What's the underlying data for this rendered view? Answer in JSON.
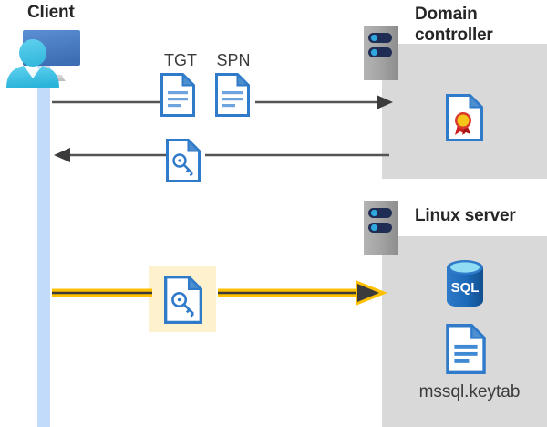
{
  "diagram": {
    "type": "kerberos-authentication-sequence",
    "background": "#ffffff",
    "panel_color": "#d9d9d9",
    "highlight_color": "#fdf2cd",
    "accent_yellow": "#ffc000",
    "accent_blue": "#2f7ac9",
    "line_color": "#404040"
  },
  "actors": {
    "client": {
      "title": "Client",
      "icon": "client-workstation-icon",
      "lifeline_color": "#c3dbfa"
    },
    "domain_controller": {
      "title": "Domain controller",
      "title_line1": "Domain",
      "title_line2": "controller",
      "icon": "server-rack-icon",
      "contents": [
        {
          "name": "certificate-icon",
          "label": ""
        }
      ]
    },
    "linux_server": {
      "title": "Linux server",
      "icon": "server-rack-icon",
      "contents": [
        {
          "name": "sql-database-icon",
          "label": "SQL"
        },
        {
          "name": "keytab-file-icon",
          "label": "mssql.keytab"
        }
      ]
    }
  },
  "messages": [
    {
      "id": "request-tgt-spn",
      "direction": "client-to-domain-controller",
      "style": "solid-gray-arrow",
      "artifacts": [
        {
          "tag": "TGT",
          "icon": "document-icon"
        },
        {
          "tag": "SPN",
          "icon": "document-icon"
        }
      ]
    },
    {
      "id": "return-service-ticket",
      "direction": "domain-controller-to-client",
      "style": "solid-gray-arrow",
      "artifacts": [
        {
          "tag": "",
          "icon": "key-document-icon"
        }
      ]
    },
    {
      "id": "present-service-ticket",
      "direction": "client-to-linux-server",
      "style": "yellow-highlight-arrow",
      "highlighted": true,
      "artifacts": [
        {
          "tag": "",
          "icon": "key-document-icon"
        }
      ]
    }
  ],
  "labels": {
    "tgt": "TGT",
    "spn": "SPN",
    "sql": "SQL",
    "keytab_file": "mssql.keytab"
  }
}
